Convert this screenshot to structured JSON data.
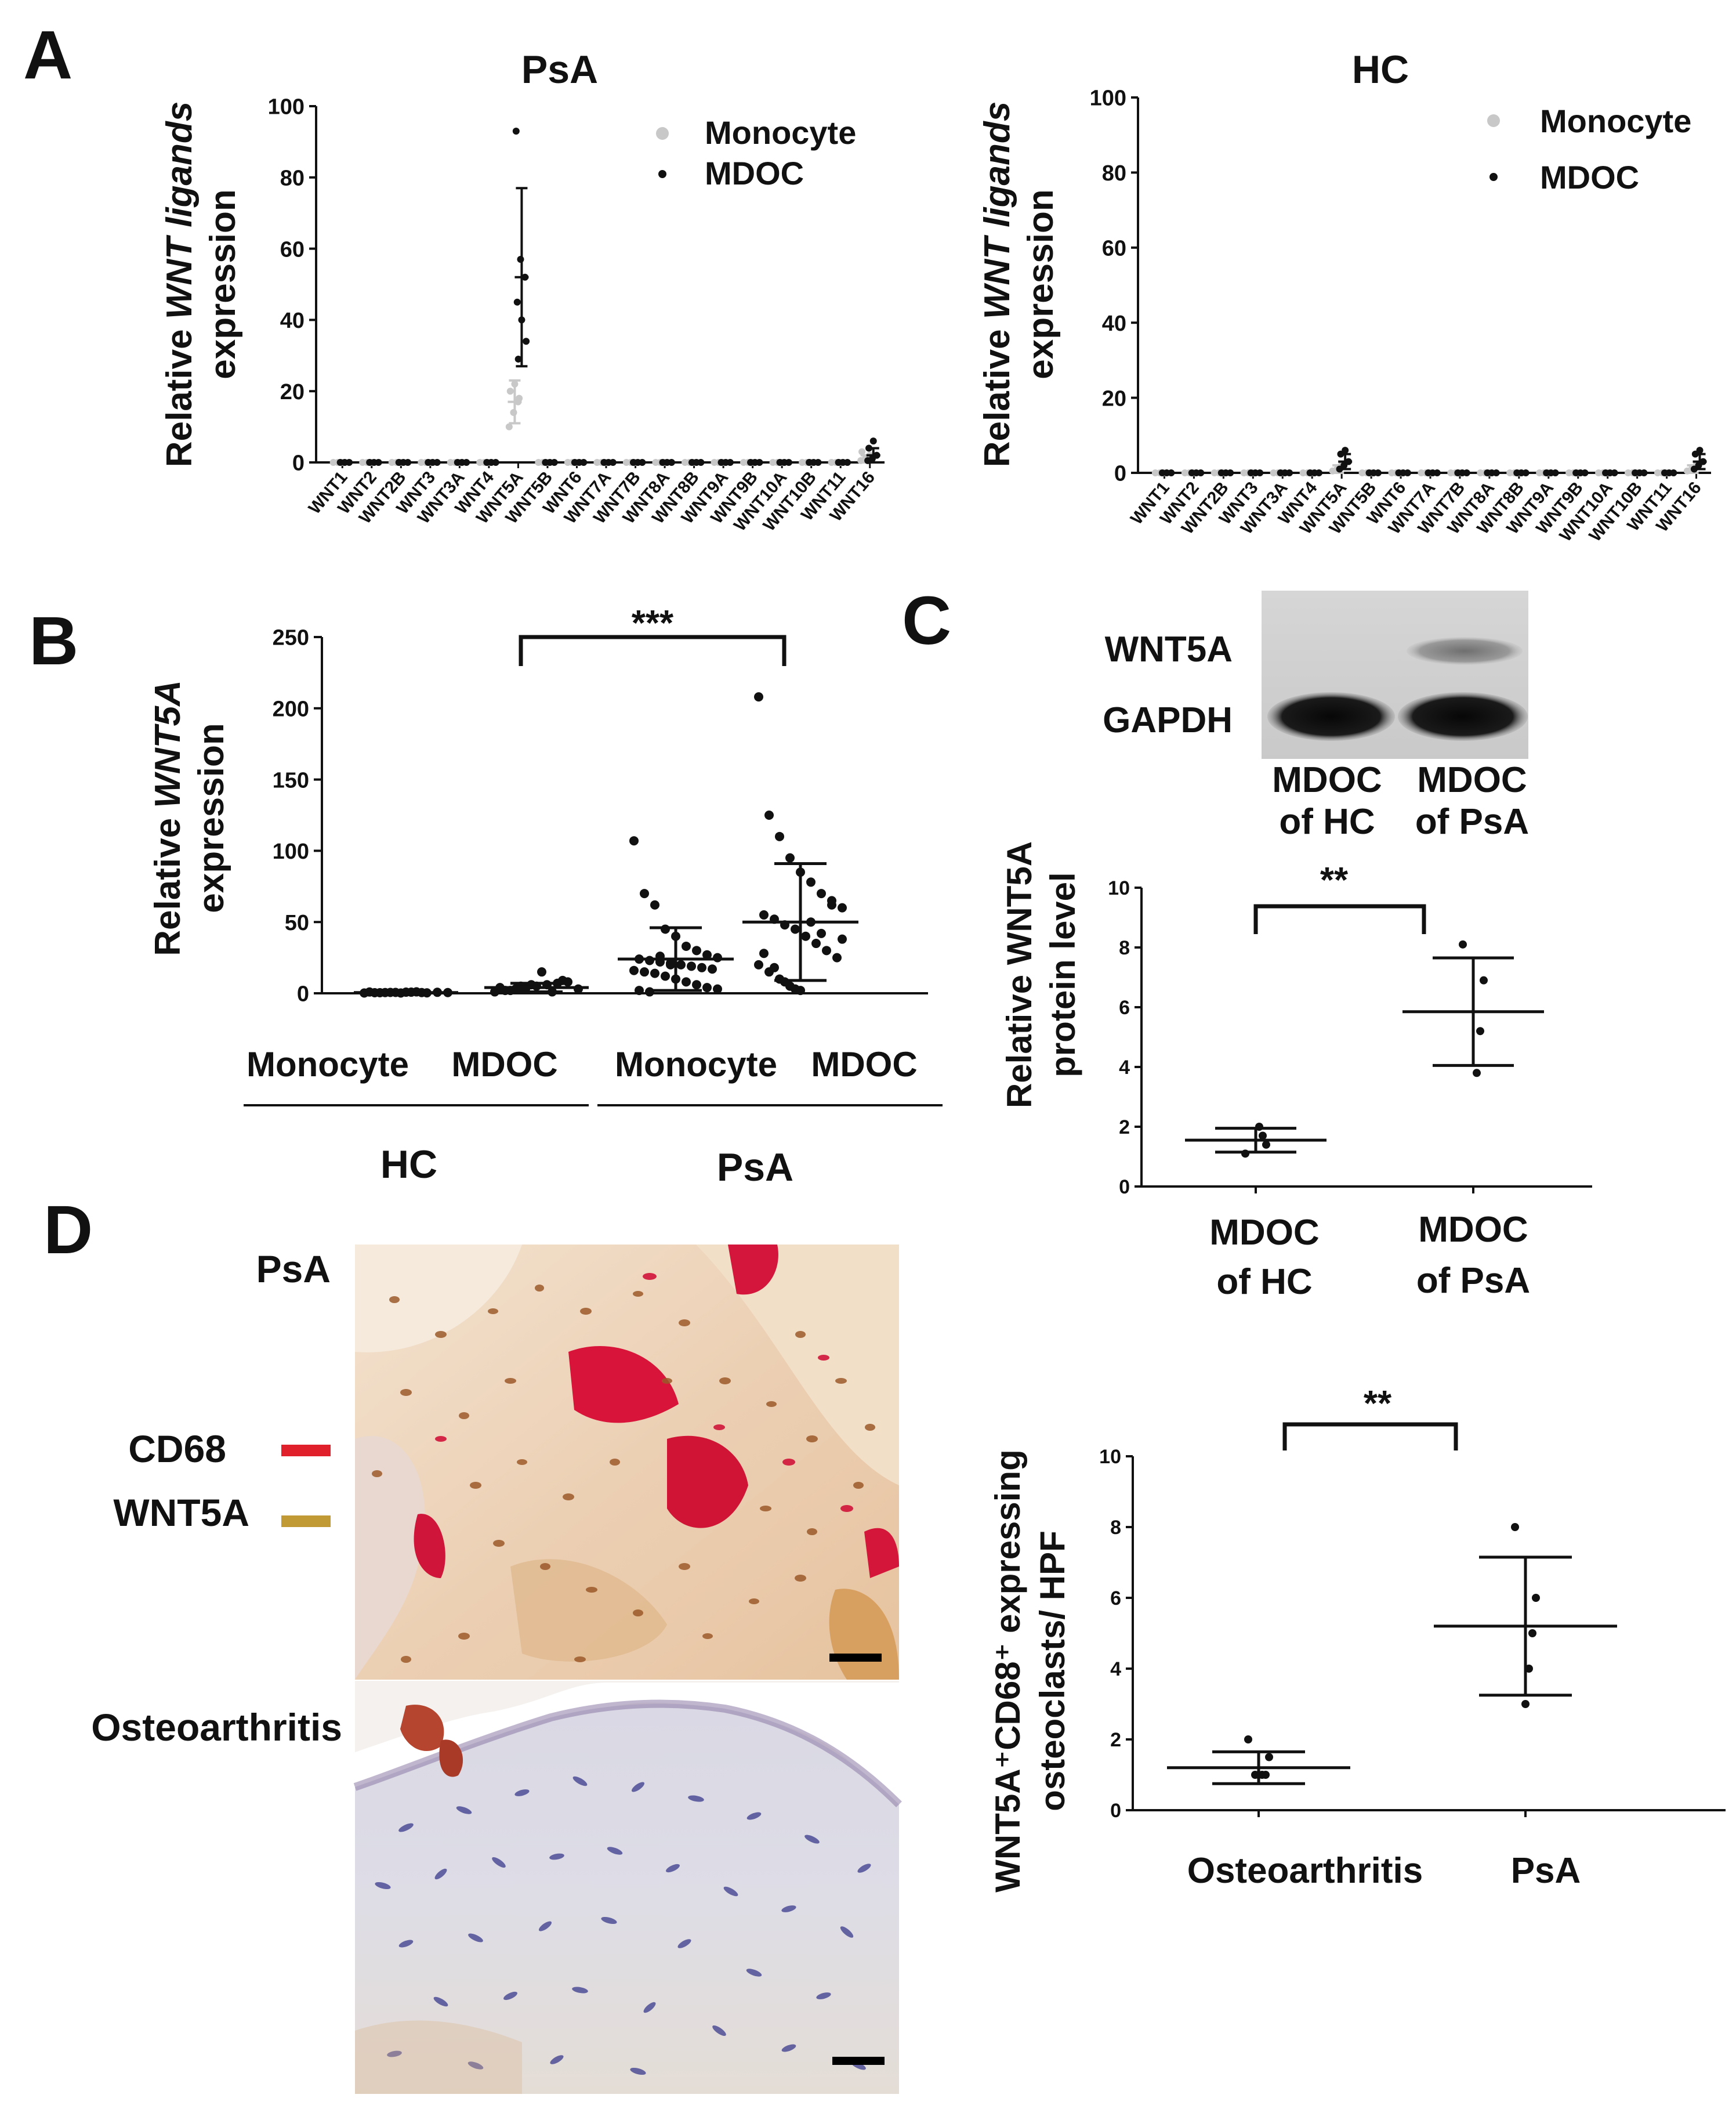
{
  "figure": {
    "panel_letters": [
      "A",
      "B",
      "C",
      "D"
    ]
  },
  "colors": {
    "monocyte": "#c8c8c8",
    "mdoc": "#111111",
    "cd68_marker": "#e0202a",
    "wnt5a_marker": "#c19a35"
  },
  "panel_a": {
    "ylabel_pre": "Relative ",
    "ylabel_italic": "WNT ligands",
    "ylabel_line2": "expression"
  },
  "panel_b": {
    "ylabel_pre": "Relative ",
    "ylabel_italic": "WNT5A",
    "ylabel_line2": "expression",
    "significance": "***",
    "group_labels": [
      "Monocyte",
      "MDOC",
      "Monocyte",
      "MDOC"
    ],
    "cohorts": [
      "HC",
      "PsA"
    ]
  },
  "panel_c": {
    "blot_bands": [
      "WNT5A",
      "GAPDH"
    ],
    "blot_lanes": [
      [
        "MDOC",
        "of HC"
      ],
      [
        "MDOC",
        "of PsA"
      ]
    ],
    "ylabel_line1": "Relative WNT5A",
    "ylabel_line2": "protein level",
    "significance": "**",
    "categories": [
      [
        "MDOC",
        "of HC"
      ],
      [
        "MDOC",
        "of PsA"
      ]
    ]
  },
  "panel_d": {
    "image_labels": [
      "PsA",
      "Osteoarthritis"
    ],
    "legend": [
      {
        "label": "CD68",
        "color": "#e0202a"
      },
      {
        "label": "WNT5A",
        "color": "#c19a35"
      }
    ],
    "ylabel_line1": "WNT5A⁺CD68⁺ expressing",
    "ylabel_line2": "osteoclasts/ HPF",
    "significance": "**",
    "categories": [
      "Osteoarthritis",
      "PsA"
    ]
  },
  "chart_data": [
    {
      "id": "A-PsA",
      "type": "scatter",
      "title": "PsA",
      "ylim": [
        0,
        100
      ],
      "yticks": [
        0,
        20,
        40,
        60,
        80,
        100
      ],
      "categories": [
        "WNT1",
        "WNT2",
        "WNT2B",
        "WNT3",
        "WNT3A",
        "WNT4",
        "WNT5A",
        "WNT5B",
        "WNT6",
        "WNT7A",
        "WNT7B",
        "WNT8A",
        "WNT8B",
        "WNT9A",
        "WNT9B",
        "WNT10A",
        "WNT10B",
        "WNT11",
        "WNT16"
      ],
      "legend": "top-right",
      "series": [
        {
          "name": "Monocyte",
          "values": [
            0,
            0,
            0,
            0,
            0,
            0,
            17,
            0,
            0,
            0,
            0,
            0,
            0,
            0,
            0,
            0,
            0,
            0,
            1
          ],
          "err": [
            0,
            0,
            0,
            0,
            0,
            0,
            6,
            0,
            0,
            0,
            0,
            0,
            0,
            0,
            0,
            0,
            0,
            0,
            1
          ],
          "points": {
            "6": [
              10,
              14,
              17,
              20,
              22,
              18
            ],
            "18": [
              0.5,
              1,
              2,
              3
            ]
          }
        },
        {
          "name": "MDOC",
          "values": [
            0,
            0,
            0,
            0,
            0,
            0,
            52,
            0,
            0,
            0,
            0,
            0,
            0,
            0,
            0,
            0,
            0,
            0,
            2
          ],
          "err": [
            0,
            0,
            0,
            0,
            0,
            0,
            25,
            0,
            0,
            0,
            0,
            0,
            0,
            0,
            0,
            0,
            0,
            0,
            2
          ],
          "points": {
            "6": [
              93,
              57,
              52,
              45,
              40,
              34,
              29
            ],
            "18": [
              0.5,
              1,
              2,
              4,
              6
            ]
          }
        }
      ]
    },
    {
      "id": "A-HC",
      "type": "scatter",
      "title": "HC",
      "ylim": [
        0,
        100
      ],
      "yticks": [
        0,
        20,
        40,
        60,
        80,
        100
      ],
      "categories": [
        "WNT1",
        "WNT2",
        "WNT2B",
        "WNT3",
        "WNT3A",
        "WNT4",
        "WNT5A",
        "WNT5B",
        "WNT6",
        "WNT7A",
        "WNT7B",
        "WNT8A",
        "WNT8B",
        "WNT9A",
        "WNT9B",
        "WNT10A",
        "WNT10B",
        "WNT11",
        "WNT16"
      ],
      "legend": "top-right",
      "series": [
        {
          "name": "Monocyte",
          "values": [
            0,
            0,
            0,
            0,
            0,
            0,
            1,
            0,
            0,
            0,
            0,
            0,
            0,
            0,
            0,
            0,
            0,
            0,
            1
          ],
          "err": [
            0,
            0,
            0,
            0,
            0,
            0,
            1,
            0,
            0,
            0,
            0,
            0,
            0,
            0,
            0,
            0,
            0,
            0,
            1
          ],
          "points": {
            "6": [
              0.5,
              1,
              2
            ],
            "18": [
              0.5,
              1,
              2
            ]
          }
        },
        {
          "name": "MDOC",
          "values": [
            0,
            0,
            0,
            0,
            0,
            0,
            3,
            0,
            0,
            0,
            0,
            0,
            0,
            0,
            0,
            0,
            0,
            0,
            3
          ],
          "err": [
            0,
            0,
            0,
            0,
            0,
            0,
            2,
            0,
            0,
            0,
            0,
            0,
            0,
            0,
            0,
            0,
            0,
            0,
            2
          ],
          "points": {
            "6": [
              1,
              2,
              3,
              5,
              6
            ],
            "18": [
              1,
              2,
              3,
              5,
              6
            ]
          }
        }
      ]
    },
    {
      "id": "B",
      "type": "scatter",
      "ylim": [
        0,
        250
      ],
      "yticks": [
        0,
        50,
        100,
        150,
        200,
        250
      ],
      "groups": [
        {
          "label": "HC Monocyte",
          "mean": 0.5,
          "sd": 0.5,
          "points": [
            0.2,
            0.4,
            0.5,
            0.6,
            0.8,
            1,
            0.3,
            0.7,
            0.5,
            0.9,
            0.4,
            0.6,
            0.2,
            0.8,
            0.5
          ]
        },
        {
          "label": "HC MDOC",
          "mean": 4,
          "sd": 3,
          "points": [
            1,
            2,
            3,
            4,
            5,
            6,
            7,
            8,
            3,
            4,
            2,
            5,
            6,
            15,
            1,
            9
          ]
        },
        {
          "label": "PsA Monocyte",
          "mean": 24,
          "sd": 22,
          "points": [
            107,
            70,
            62,
            45,
            40,
            33,
            30,
            27,
            25,
            24,
            23,
            22,
            21,
            20,
            19,
            18,
            17,
            16,
            15,
            14,
            12,
            10,
            8,
            6,
            4,
            3,
            2,
            1,
            26,
            20
          ]
        },
        {
          "label": "PsA MDOC",
          "mean": 50,
          "sd": 41,
          "points": [
            208,
            125,
            110,
            95,
            85,
            78,
            70,
            65,
            60,
            55,
            52,
            48,
            45,
            40,
            35,
            30,
            25,
            20,
            15,
            10,
            5,
            2,
            50,
            42,
            62,
            38,
            28,
            18,
            8,
            3
          ]
        }
      ]
    },
    {
      "id": "C",
      "type": "scatter",
      "ylim": [
        0,
        10
      ],
      "yticks": [
        0,
        2,
        4,
        6,
        8,
        10
      ],
      "groups": [
        {
          "label": "MDOC of HC",
          "mean": 1.55,
          "sd": 0.4,
          "points": [
            1.1,
            1.4,
            1.7,
            2.0
          ]
        },
        {
          "label": "MDOC of PsA",
          "mean": 5.85,
          "sd": 1.8,
          "points": [
            8.1,
            6.9,
            5.2,
            3.8
          ]
        }
      ]
    },
    {
      "id": "D",
      "type": "scatter",
      "ylim": [
        0,
        10
      ],
      "yticks": [
        0,
        2,
        4,
        6,
        8,
        10
      ],
      "groups": [
        {
          "label": "Osteoarthritis",
          "mean": 1.2,
          "sd": 0.45,
          "points": [
            2,
            1.5,
            1,
            1,
            1,
            1
          ]
        },
        {
          "label": "PsA",
          "mean": 5.2,
          "sd": 1.95,
          "points": [
            8,
            6,
            5,
            4,
            3
          ]
        }
      ]
    }
  ]
}
